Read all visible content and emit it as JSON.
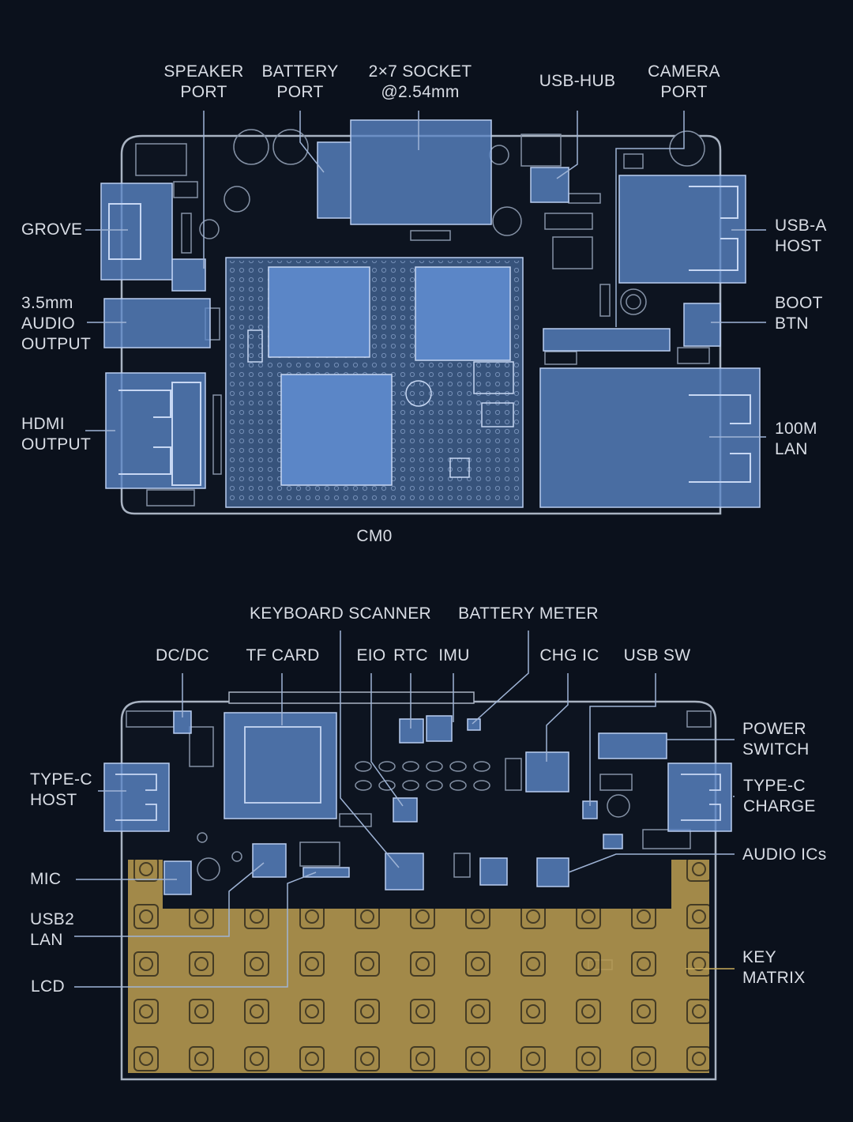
{
  "top_board": {
    "labels": {
      "speaker_port": "SPEAKER\nPORT",
      "battery_port": "BATTERY\nPORT",
      "socket": "2×7 SOCKET\n@2.54mm",
      "usb_hub": "USB-HUB",
      "camera_port": "CAMERA\nPORT",
      "grove": "GROVE",
      "audio_output": "3.5mm\nAUDIO\nOUTPUT",
      "hdmi_output": "HDMI\nOUTPUT",
      "usb_a_host": "USB-A\nHOST",
      "boot_btn": "BOOT\nBTN",
      "lan": "100M\nLAN",
      "cm0": "CM0"
    }
  },
  "bottom_board": {
    "labels": {
      "keyboard_scanner": "KEYBOARD SCANNER",
      "battery_meter": "BATTERY METER",
      "dc_dc": "DC/DC",
      "tf_card": "TF CARD",
      "eio": "EIO",
      "rtc": "RTC",
      "imu": "IMU",
      "chg_ic": "CHG IC",
      "usb_sw": "USB SW",
      "type_c_host": "TYPE-C\nHOST",
      "power_switch": "POWER\nSWITCH",
      "type_c_charge": "TYPE-C\nCHARGE",
      "audio_ics": "AUDIO ICs",
      "mic": "MIC",
      "usb2_lan": "USB2\nLAN",
      "lcd": "LCD",
      "key_matrix": "KEY\nMATRIX"
    }
  },
  "colors": {
    "background": "#0b111c",
    "board_outline": "#a9b3c2",
    "component_highlight": "#5b86c7",
    "key_matrix_highlight": "#b79a4e",
    "leader_line": "#9fb4d6"
  }
}
